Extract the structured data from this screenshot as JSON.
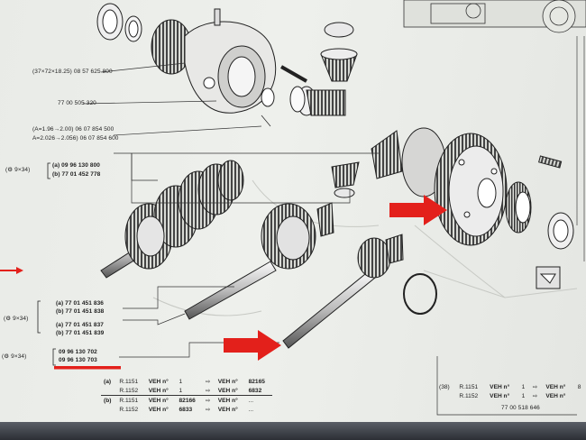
{
  "part_refs": {
    "ring_ref": "(37×72×18.25) 08 57 625 800",
    "pin_ref": "77 00 505 320",
    "shim_ref_a": "(A=1.96→2.00) 06 07 854 500",
    "shim_ref_b": "A=2.026→2.056) 06 07 854 600",
    "group1_prefix": "(⚙ 9×34)",
    "group1_a": "(a) 09 96 130 800",
    "group1_b": "(b) 77 01 452 778",
    "group2_prefix": "(⚙ 9×34)",
    "group2_a1": "(a) 77 01 451 836",
    "group2_b1": "(b) 77 01 451 838",
    "group2_a2": "(a) 77 01 451 837",
    "group2_b2": "(b) 77 01 451 839",
    "group3_prefix": "(⚙ 9×34)",
    "group3_1": "09 96 130 702",
    "group3_2": "09 96 130 703",
    "right_ref": "77 00 518 646"
  },
  "table_left": {
    "rows": [
      {
        "label": "(a)",
        "model": "R.1151",
        "veh": "VEH n°",
        "from": "1",
        "arrow": "⇨",
        "veh2": "VEH n°",
        "to": "82165"
      },
      {
        "label": "",
        "model": "R.1152",
        "veh": "VEH n°",
        "from": "1",
        "arrow": "⇨",
        "veh2": "VEH n°",
        "to": "6832"
      },
      {
        "label": "(b)",
        "model": "R.1151",
        "veh": "VEH n°",
        "from": "82166",
        "arrow": "⇨",
        "veh2": "VEH n°",
        "to": "..."
      },
      {
        "label": "",
        "model": "R.1152",
        "veh": "VEH n°",
        "from": "6833",
        "arrow": "⇨",
        "veh2": "VEH n°",
        "to": "..."
      }
    ]
  },
  "table_right": {
    "rows": [
      {
        "label": "(38)",
        "model": "R.1151",
        "veh": "VEH n°",
        "from": "1",
        "arrow": "⇨",
        "veh2": "VEH n°",
        "to": "8"
      },
      {
        "label": "",
        "model": "R.1152",
        "veh": "VEH n°",
        "from": "1",
        "arrow": "⇨",
        "veh2": "VEH n°",
        "to": ""
      }
    ]
  },
  "colors": {
    "highlight_red": "#e3201b",
    "ink": "#222222",
    "paper": "#eceee9"
  }
}
